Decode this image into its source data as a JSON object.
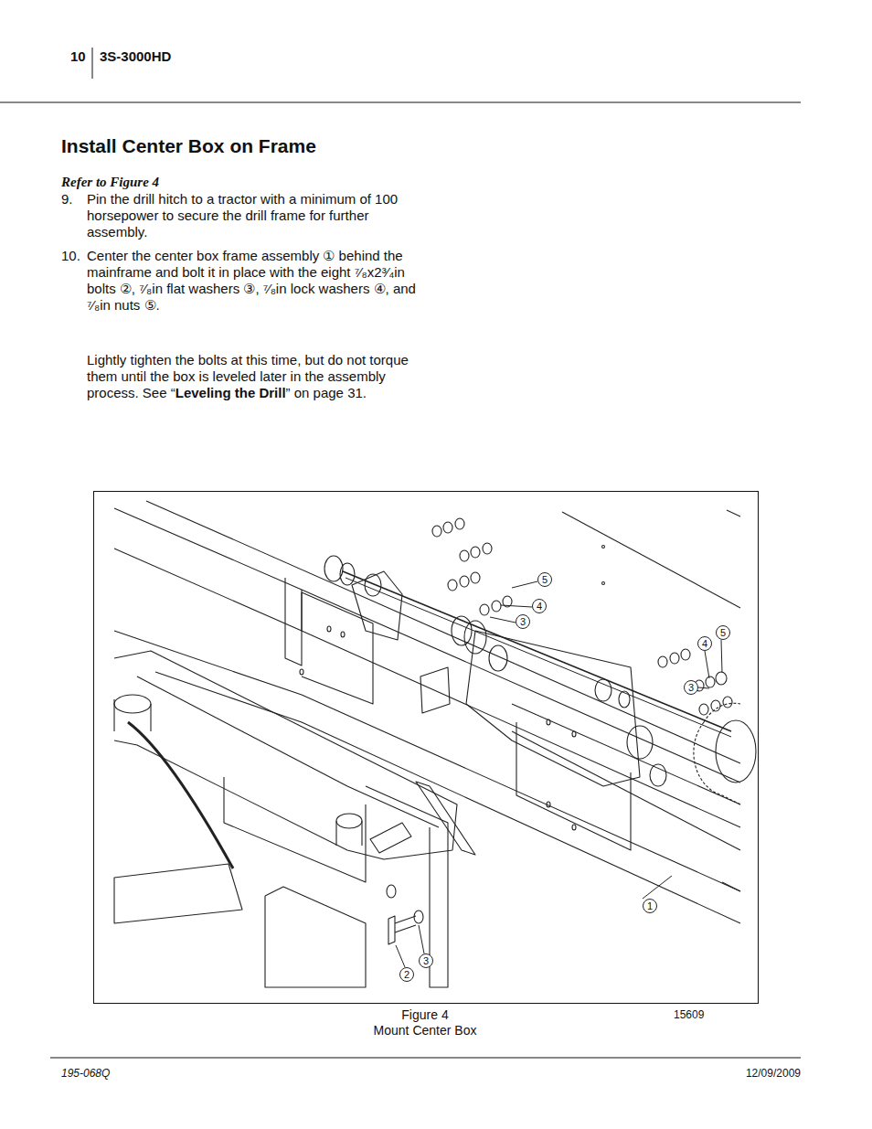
{
  "diagram": {
    "title": "Install Center Box on Frame",
    "caption": "Figure 4",
    "nodes": [
      {
        "text": [
          "5"
        ]
      },
      {
        "text": [
          "4"
        ]
      },
      {
        "text": [
          "3"
        ]
      },
      {
        "text": [
          "5"
        ]
      },
      {
        "text": [
          "4"
        ]
      },
      {
        "text": [
          "3"
        ]
      },
      {
        "text": [
          "1"
        ]
      },
      {
        "text": [
          "3"
        ]
      },
      {
        "text": [
          "2"
        ]
      }
    ],
    "labels": [
      "10",
      "3S-3000HD",
      "Refer to Figure 4",
      "9.",
      "Pin the drill hitch to a tractor with a minimum of 100 horsepower to secure the drill frame for further assembly.",
      "10.",
      "Center the center box frame assembly ① behind the mainframe and bolt it in place with the eight ⁷⁄₈x2³⁄₄in bolts ②, ⁷⁄₈in flat washers ③, ⁷⁄₈in lock washers ④, and ⁷⁄₈in nuts ⑤.",
      "Lightly tighten the bolts at this time, but do not torque them until the box is leveled later in the assembly process. See “",
      "Leveling the Drill",
      "” on page 31.",
      "Mount Center Box",
      "15609",
      "195-068Q",
      "12/09/2009"
    ]
  }
}
